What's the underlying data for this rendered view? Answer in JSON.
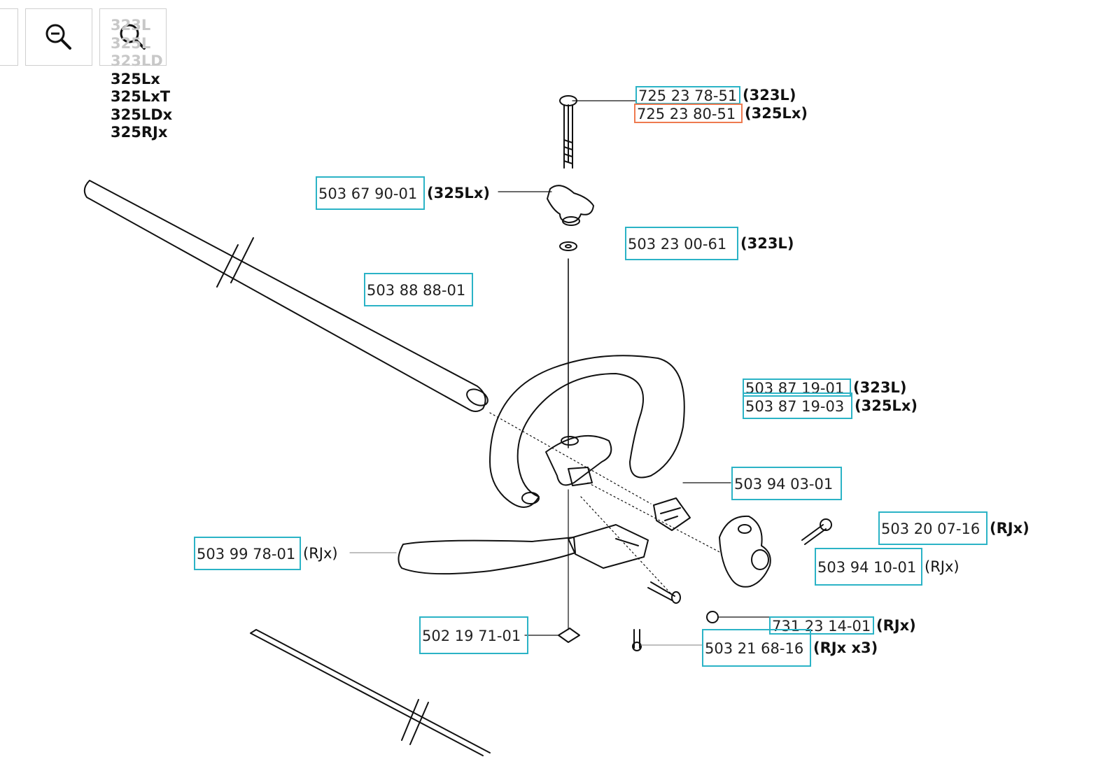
{
  "toolbar": {
    "zoom_out_icon": "zoom-out-icon",
    "zoom_in_icon": "zoom-in-icon"
  },
  "models": [
    "323L",
    "325L",
    "323LD",
    "325Lx",
    "325LxT",
    "325LDx",
    "325RJx"
  ],
  "callouts": [
    {
      "part": "725 23 78-51",
      "note": "(323L)"
    },
    {
      "part": "725 23 80-51",
      "note": "(325Lx)",
      "selected": true
    },
    {
      "part": "503 67 90-01",
      "note": "(325Lx)"
    },
    {
      "part": "503 23 00-61",
      "note": "(323L)"
    },
    {
      "part": "503 88 88-01",
      "note": ""
    },
    {
      "part": "503 87 19-01",
      "note": "(323L)"
    },
    {
      "part": "503 87 19-03",
      "note": "(325Lx)"
    },
    {
      "part": "503 94 03-01",
      "note": ""
    },
    {
      "part": "503 20 07-16",
      "note": "(RJx)"
    },
    {
      "part": "503 99 78-01",
      "note": "(RJx)"
    },
    {
      "part": "503 94 10-01",
      "note": "(RJx)"
    },
    {
      "part": "731 23 14-01",
      "note": "(RJx)"
    },
    {
      "part": "502 19 71-01",
      "note": ""
    },
    {
      "part": "503 21 68-16",
      "note": "(RJx x3)"
    }
  ],
  "colors": {
    "highlight": "#2bb3c6",
    "selected": "#ee7a4f"
  }
}
